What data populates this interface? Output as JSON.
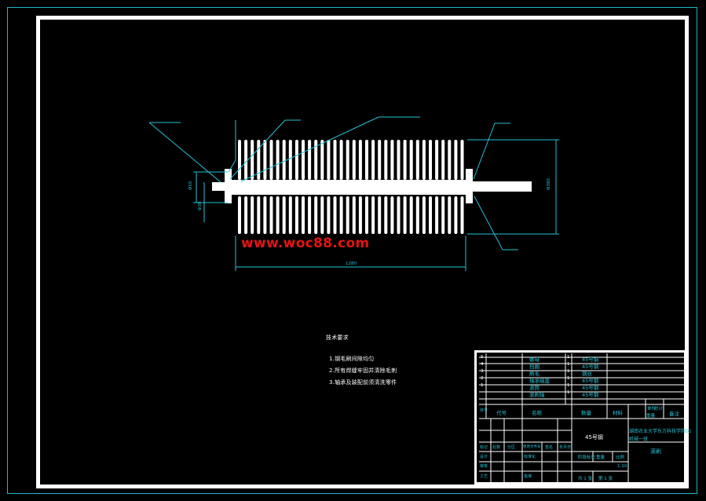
{
  "watermark": "www.woc88.com",
  "dimensions": {
    "overall_length": "1280",
    "dia_right": "Φ380",
    "dia_left_a": "Φ50",
    "dia_left_b": "Φ30"
  },
  "tech_requirements": {
    "title": "技术要求",
    "items": [
      "1.钢毛刷间隙均匀",
      "2.所有焊缝牢固并清除毛刺",
      "3.轴承及装配前须清洗零件"
    ]
  },
  "parts_list": [
    {
      "no": "5",
      "name": "螺母",
      "qty": "1",
      "material": "45号钢"
    },
    {
      "no": "4",
      "name": "挡圈",
      "qty": "1",
      "material": "45号钢"
    },
    {
      "no": "3",
      "name": "刷毛",
      "qty": "1",
      "material": "钢丝"
    },
    {
      "no": "2",
      "name": "轴承端盖",
      "qty": "1",
      "material": "45号钢"
    },
    {
      "no": "1",
      "name": "滚筒",
      "qty": "1",
      "material": "45号钢"
    },
    {
      "no": "",
      "name": "滚刷轴",
      "qty": "1",
      "material": "45号钢"
    }
  ],
  "parts_header": {
    "no": "序号",
    "code": "代号",
    "name": "名称",
    "qty": "数量",
    "material": "材料",
    "single": "单件",
    "total": "总计",
    "weight": "重量",
    "remark": "备注"
  },
  "title_block": {
    "material": "45号钢",
    "school": "湖南农业大学东方科技学院01",
    "class": "机械一班",
    "drawing_name": "滚刷",
    "stage_label": "阶段标记",
    "weight_label": "重量",
    "scale_label": "比例",
    "scale_value": "1:10",
    "sheet_total": "共 1 张",
    "sheet_no": "第 1 张",
    "rev_cols": [
      "标记",
      "处数",
      "分区",
      "更改文件号",
      "签名",
      "年月日"
    ],
    "rows": [
      "设计",
      "审核",
      "工艺",
      "批准"
    ],
    "std": "标准化"
  }
}
